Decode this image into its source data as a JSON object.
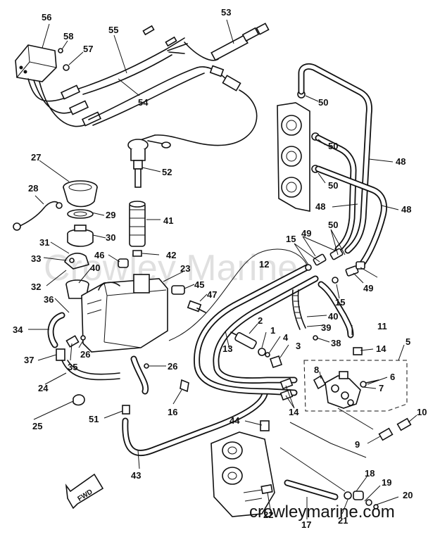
{
  "watermark": "Crowley Marine",
  "site_text": "crowleymarine.com",
  "fwd_label": "FWD",
  "callouts": [
    "56",
    "58",
    "57",
    "55",
    "54",
    "53",
    "50",
    "50",
    "50",
    "48",
    "48",
    "48",
    "27",
    "28",
    "29",
    "30",
    "41",
    "52",
    "31",
    "33",
    "32",
    "46",
    "42",
    "40",
    "23",
    "45",
    "47",
    "36",
    "34",
    "37",
    "35",
    "26",
    "24",
    "26",
    "25",
    "51",
    "16",
    "15",
    "49",
    "50",
    "15",
    "49",
    "12",
    "40",
    "11",
    "39",
    "2",
    "1",
    "4",
    "3",
    "38",
    "13",
    "14",
    "5",
    "8",
    "6",
    "7",
    "14",
    "10",
    "9",
    "44",
    "43",
    "18",
    "19",
    "20",
    "22",
    "17",
    "21"
  ]
}
